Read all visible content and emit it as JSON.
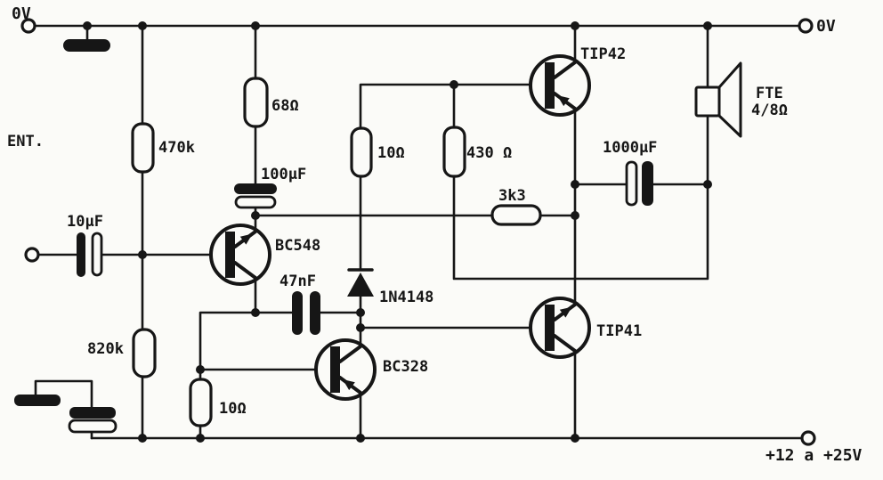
{
  "schematic": {
    "terminals": {
      "top_left": "0V",
      "top_right": "0V",
      "input": "ENT.",
      "supply": "+12 a +25V"
    },
    "resistors": {
      "r470k": "470k",
      "r68": "68Ω",
      "r10_top": "10Ω",
      "r430": "430 Ω",
      "r3k3": "3k3",
      "r820k": "820k",
      "r10_bot": "10Ω"
    },
    "capacitors": {
      "c10uf": "10µF",
      "c100uf": "100µF",
      "c47nf": "47nF",
      "c1000uf": "1000µF"
    },
    "transistors": {
      "bc548": "BC548",
      "bc328": "BC328",
      "tip42": "TIP42",
      "tip41": "TIP41"
    },
    "diode": {
      "d1n4148": "1N4148"
    },
    "speaker": {
      "name": "FTE",
      "impedance": "4/8Ω"
    },
    "colors": {
      "ink": "#161616",
      "paper": "#fbfbf8"
    }
  }
}
